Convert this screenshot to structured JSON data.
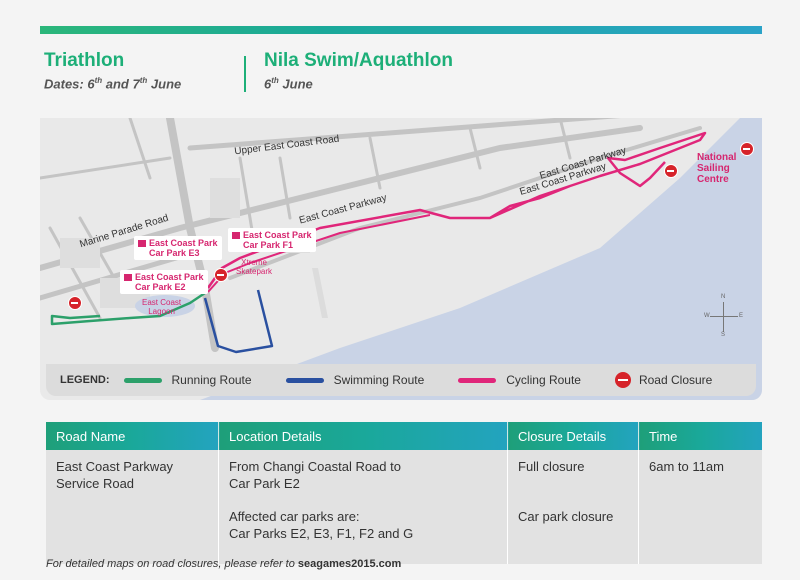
{
  "header": {
    "left_title": "Triathlon",
    "left_dates_prefix": "Dates: 6",
    "left_dates_sup1": "th",
    "left_dates_mid": " and 7",
    "left_dates_sup2": "th",
    "left_dates_suffix": " June",
    "right_title": "Nila Swim/Aquathlon",
    "right_date_prefix": "6",
    "right_date_sup": "th",
    "right_date_suffix": " June"
  },
  "map": {
    "roads": {
      "upper_east_coast": "Upper East Coast Road",
      "ecp_main": "East Coast Parkway",
      "ecp_east": "East Coast Parkway",
      "ecp_mid": "East Coast Parkway",
      "marine_parade": "Marine Parade Road"
    },
    "car_parks": {
      "e3_line1": "East Coast Park",
      "e3_line2": "Car Park E3",
      "f1_line1": "East Coast Park",
      "f1_line2": "Car Park F1",
      "e2_line1": "East Coast Park",
      "e2_line2": "Car Park E2"
    },
    "places": {
      "skatepark_line1": "Xtreme",
      "skatepark_line2": "Skatepark",
      "lagoon_line1": "East Coast",
      "lagoon_line2": "Lagoon",
      "nsc_line1": "National",
      "nsc_line2": "Sailing",
      "nsc_line3": "Centre"
    },
    "compass": {
      "n": "N",
      "s": "S",
      "e": "E",
      "w": "W"
    },
    "colors": {
      "running": "#2ca06a",
      "swimming": "#2a50a0",
      "cycling": "#e0267a",
      "closure": "#d6232a",
      "sea": "#c9d3e6",
      "land": "#e9e9e9",
      "road": "#c4c4c4"
    }
  },
  "legend": {
    "title": "LEGEND:",
    "running": "Running Route",
    "swimming": "Swimming Route",
    "cycling": "Cycling Route",
    "closure": "Road Closure"
  },
  "table": {
    "headers": [
      "Road Name",
      "Location Details",
      "Closure Details",
      "Time"
    ],
    "row": {
      "road_line1": "East Coast Parkway",
      "road_line2": "Service Road",
      "loc_line1": "From Changi Coastal Road to",
      "loc_line2": "Car Park E2",
      "loc_line3": "Affected car parks are:",
      "loc_line4": "Car Parks E2, E3, F1, F2 and G",
      "closure_line1": "Full closure",
      "closure_line2": "Car park closure",
      "time": "6am to 11am"
    }
  },
  "footer": {
    "text": "For detailed maps on road closures, please refer to ",
    "link": "seagames2015.com"
  }
}
